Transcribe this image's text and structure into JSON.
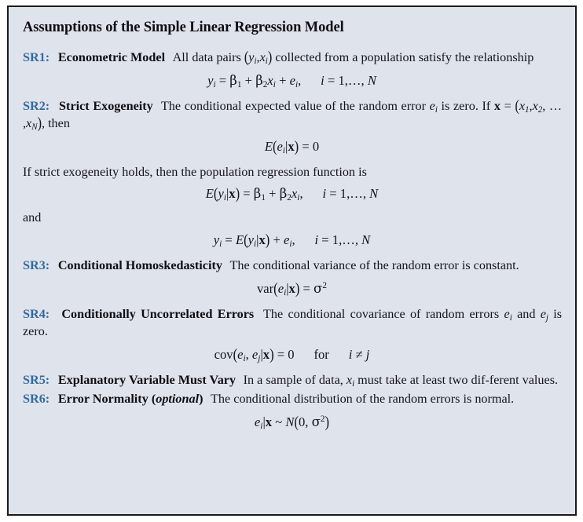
{
  "box": {
    "title": "Assumptions of the Simple Linear Regression Model",
    "background_color": "#dfe3ec",
    "border_color": "#1a1a1a",
    "accent_color": "#2f6ba3"
  },
  "assumptions": [
    {
      "tag": "SR1:",
      "name": "Econometric Model",
      "body_before": "All data pairs",
      "body_inline_math": "(yᵢ, xᵢ)",
      "body_after": "collected from a population satisfy the relationship",
      "equation": "yᵢ = β₁ + β₂xᵢ + eᵢ,  i = 1, … , N"
    },
    {
      "tag": "SR2:",
      "name": "Strict Exogeneity",
      "body": "The conditional expected value of the random error eᵢ is zero. If x = (x₁, x₂, … , xₙ), then",
      "equation": "E(eᵢ|x) = 0",
      "note": "If strict exogeneity holds, then the population regression function is",
      "equation2": "E(yᵢ|x) = β₁ + β₂xᵢ,  i = 1, … , N",
      "conjunction": "and",
      "equation3": "yᵢ = E(yᵢ|x) + eᵢ,  i = 1, … , N"
    },
    {
      "tag": "SR3:",
      "name": "Conditional Homoskedasticity",
      "body": "The conditional variance of the random error is constant.",
      "equation": "var(eᵢ|x) = σ²"
    },
    {
      "tag": "SR4:",
      "name": "Conditionally Uncorrelated Errors",
      "body": "The conditional covariance of random errors eᵢ and eⱼ is zero.",
      "equation": "cov(eᵢ, eⱼ|x) = 0    for   i ≠ j"
    },
    {
      "tag": "SR5:",
      "name": "Explanatory Variable Must Vary",
      "body": "In a sample of data, xᵢ must take at least two different values."
    },
    {
      "tag": "SR6:",
      "name": "Error Normality",
      "qualifier": "(optional)",
      "body": "The conditional distribution of the random errors is normal.",
      "equation": "eᵢ|x ~ N(0, σ²)"
    }
  ],
  "text_fragments": {
    "sr1_lead": "All data pairs",
    "sr1_tail": "collected from a population satisfy the",
    "sr1_cont": "relationship",
    "sr2_lead": "The conditional expected value of the random error",
    "sr2_mid": "is zero. If",
    "sr2_then": ", then",
    "sr2_prf": "If strict exogeneity holds, then the population regression function is",
    "and": "and",
    "sr3_body": "The conditional variance of the random error is",
    "sr3_body2": "constant.",
    "sr4_body": "The conditional covariance of random errors",
    "sr4_body2": "is zero.",
    "sr4_and": "and",
    "sr5_body": "In a sample of data,",
    "sr5_body2": "must take at least two dif-",
    "sr5_body3": "ferent values.",
    "sr6_body": "The conditional distribution of the random errors is",
    "sr6_body2": "normal.",
    "for": "for"
  }
}
